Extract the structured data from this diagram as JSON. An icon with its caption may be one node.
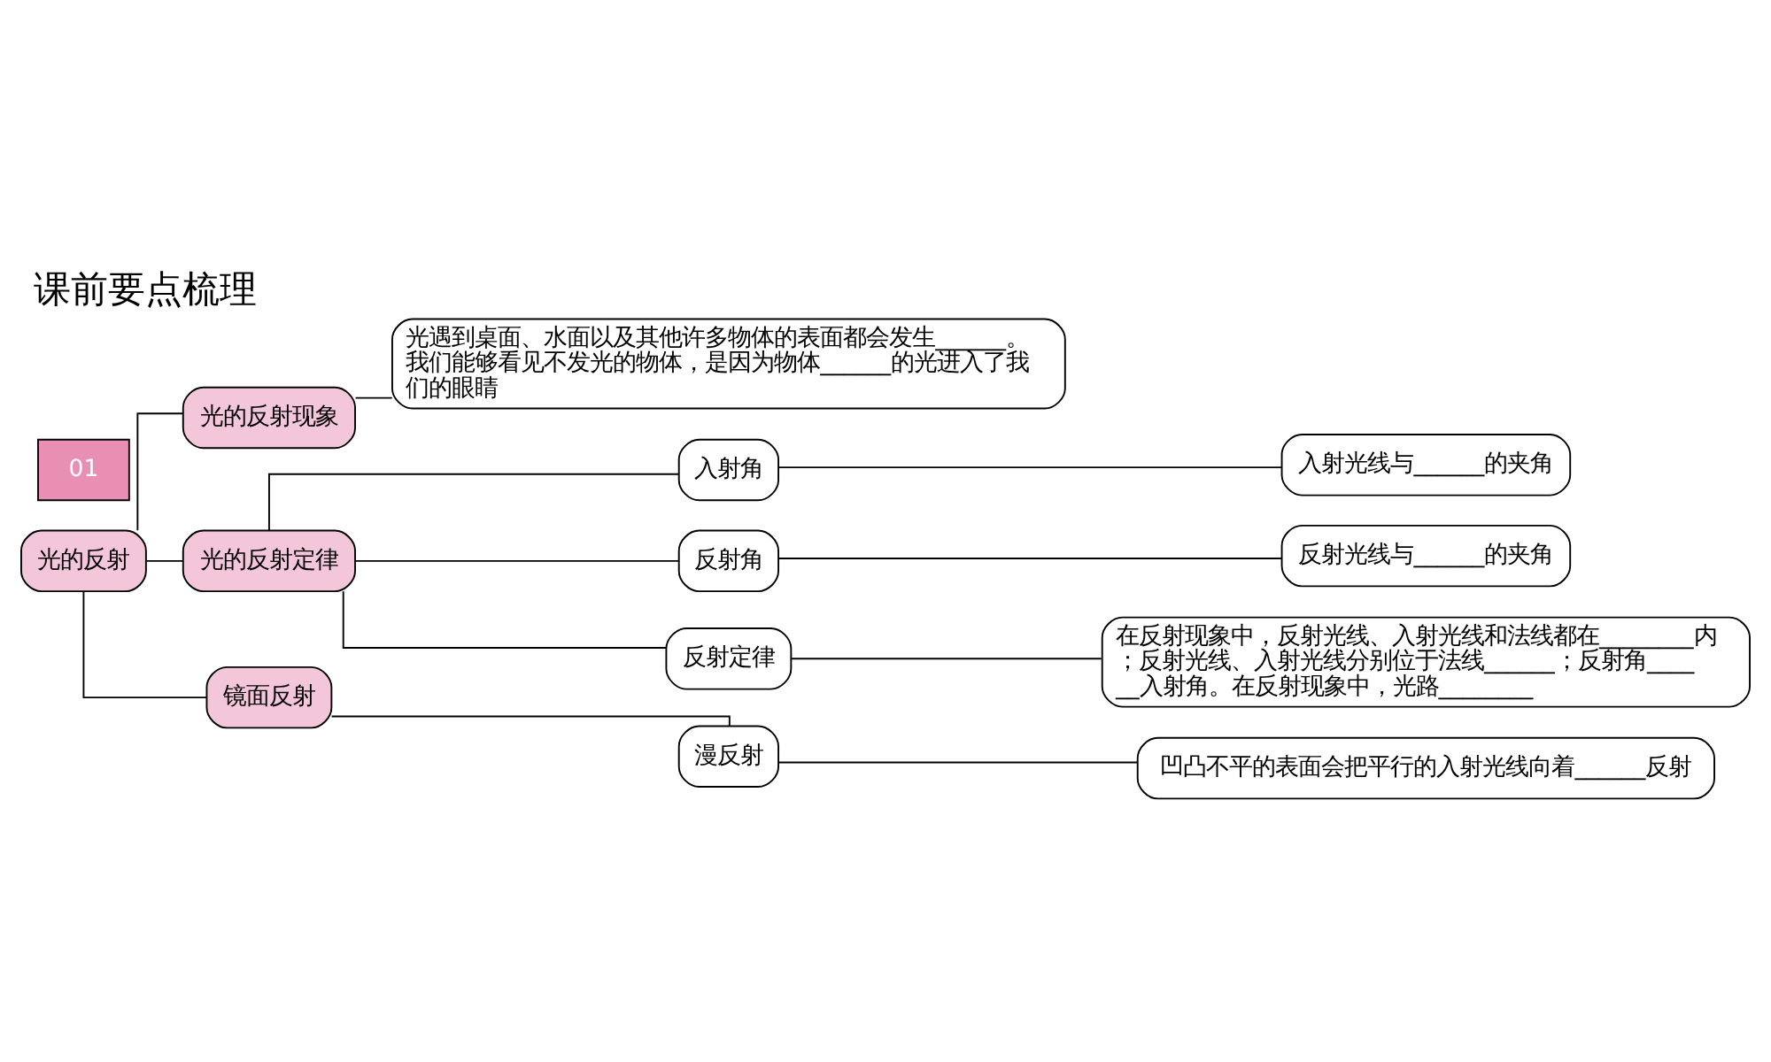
{
  "diagram": {
    "title": "课前要点梳理",
    "nodes": [
      {
        "text": [
          "光的反射"
        ]
      },
      {
        "text": [
          "光的反射现象"
        ]
      },
      {
        "text": [
          "光遇到桌面、水面以及其他许多物体的表面都会发生______。我们能够看见不发光的物体，是因为物体______的光进入了我们的眼睛"
        ]
      },
      {
        "text": [
          "光的反射定律"
        ]
      },
      {
        "text": [
          "入射角"
        ]
      },
      {
        "text": [
          "入射光线与______的夹角"
        ]
      },
      {
        "text": [
          "反射角"
        ]
      },
      {
        "text": [
          "反射光线与______的夹角"
        ]
      },
      {
        "text": [
          "反射定律"
        ]
      },
      {
        "text": [
          "在反射现象中，反射光线、入射光线和法线都在________内；反射光线、入射光线分别位于法线______；反射角______入射角。在反射现象中，光路________"
        ]
      },
      {
        "text": [
          "镜面反射"
        ]
      },
      {
        "text": [
          "漫反射"
        ]
      },
      {
        "text": [
          "凹凸不平的表面会把平行的入射光线向着______反射"
        ]
      }
    ],
    "edges": [
      {
        "from": 0,
        "to": 1,
        "arrow": "none"
      },
      {
        "from": 1,
        "to": 2,
        "arrow": "none"
      },
      {
        "from": 0,
        "to": 3,
        "arrow": "none"
      },
      {
        "from": 3,
        "to": 4,
        "arrow": "none"
      },
      {
        "from": 4,
        "to": 5,
        "arrow": "none"
      },
      {
        "from": 3,
        "to": 6,
        "arrow": "none"
      },
      {
        "from": 6,
        "to": 7,
        "arrow": "none"
      },
      {
        "from": 3,
        "to": 8,
        "arrow": "none"
      },
      {
        "from": 8,
        "to": 9,
        "arrow": "none"
      },
      {
        "from": 0,
        "to": 10,
        "arrow": "none"
      },
      {
        "from": 10,
        "to": 11,
        "arrow": "none"
      },
      {
        "from": 11,
        "to": 12,
        "arrow": "none"
      }
    ],
    "labels": [
      "01"
    ]
  }
}
